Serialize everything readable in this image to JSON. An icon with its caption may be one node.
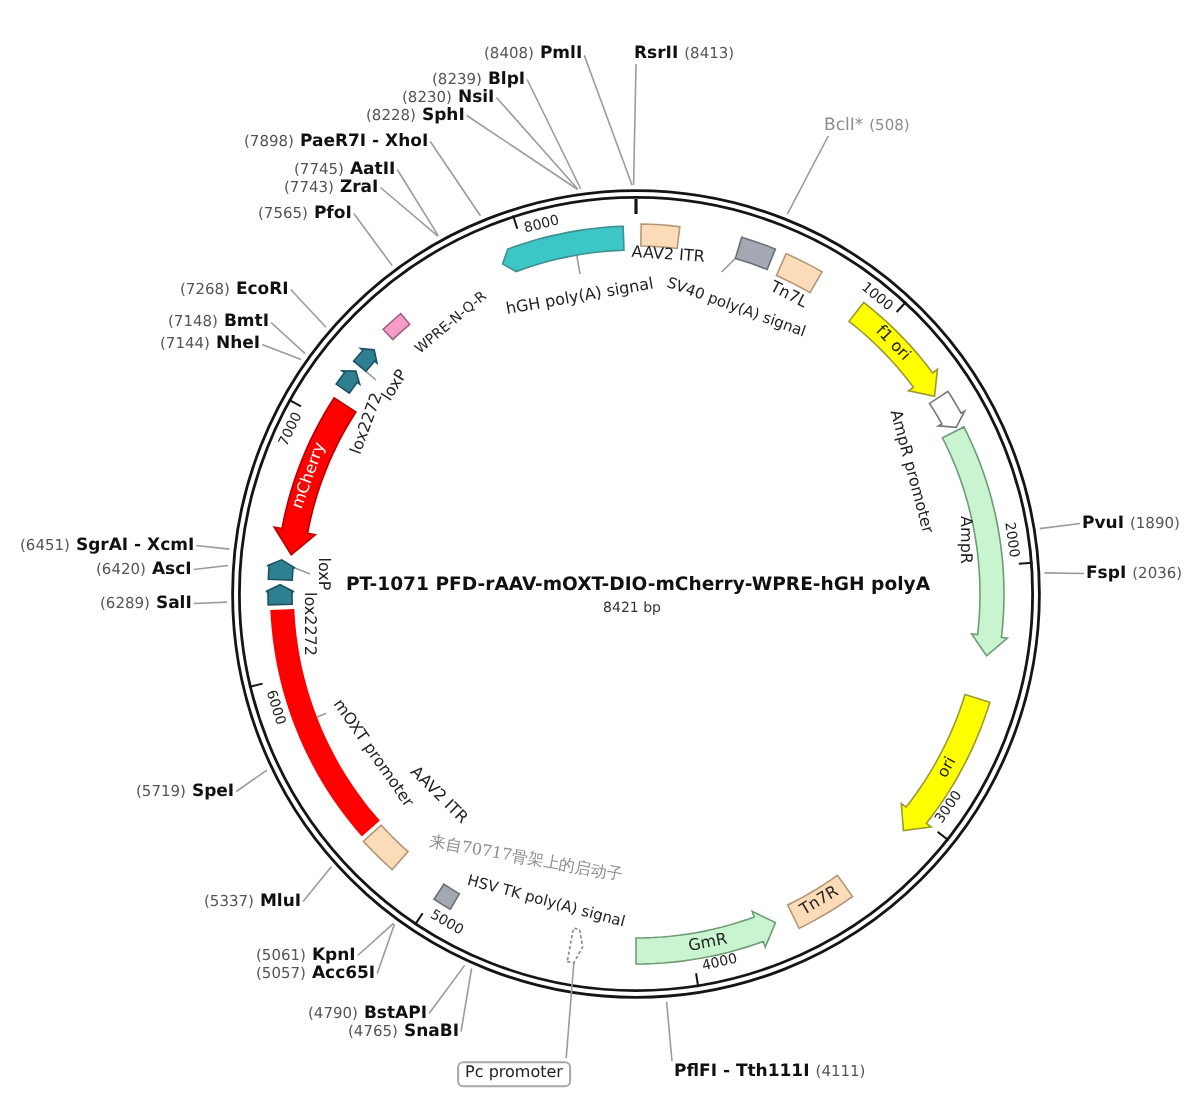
{
  "diagram": {
    "title": "PT-1071 PFD-rAAV-mOXT-DIO-mCherry-WPRE-hGH polyA",
    "nodes": [
      {
        "text": [
          "(8408)",
          "PmlI"
        ]
      },
      {
        "text": [
          "RsrII",
          "(8413)"
        ]
      },
      {
        "text": [
          "(8239)",
          "BlpI"
        ]
      },
      {
        "text": [
          "(8230)",
          "NsiI"
        ]
      },
      {
        "text": [
          "(8228)",
          "SphI"
        ]
      },
      {
        "text": [
          "BclI*",
          "(508)"
        ]
      },
      {
        "text": [
          "(7898)",
          "PaeR7I - XhoI"
        ]
      },
      {
        "text": [
          "(7745)",
          "AatII"
        ]
      },
      {
        "text": [
          "(7743)",
          "ZraI"
        ]
      },
      {
        "text": [
          "(7565)",
          "PfoI"
        ]
      },
      {
        "text": [],
        "shape": "arrow"
      },
      {
        "text": [
          "AAV2 ITR"
        ]
      },
      {
        "text": [],
        "shape": "box"
      },
      {
        "text": [
          "Tn7L"
        ]
      },
      {
        "text": [
          "hGH poly(A) signal"
        ]
      },
      {
        "text": [
          "SV40 poly(A) signal"
        ]
      },
      {
        "text": [
          "(7268)",
          "EcoRI"
        ]
      },
      {
        "text": [
          "WPRE-N-Q-R"
        ]
      },
      {
        "text": [
          "f1 ori"
        ]
      },
      {
        "text": [
          "(7148)",
          "BmtI"
        ]
      },
      {
        "text": [
          "(7144)",
          "NheI"
        ]
      },
      {
        "text": [],
        "shape": "arrow"
      },
      {
        "text": [
          "loxP"
        ]
      },
      {
        "text": [
          "lox2272"
        ]
      },
      {
        "text": [
          "AmpR promoter"
        ]
      },
      {
        "text": [
          "mCherry"
        ]
      },
      {
        "text": [
          "AmpR"
        ]
      },
      {
        "text": [
          "PvuI",
          "(1890)"
        ]
      },
      {
        "text": [
          "(6451)",
          "SgrAI - XcmI"
        ]
      },
      {
        "text": [
          "(6420)",
          "AscI"
        ]
      },
      {
        "text": [],
        "shape": "arrow"
      },
      {
        "text": [
          "loxP"
        ]
      },
      {
        "text": [
          "FspI",
          "(2036)"
        ]
      },
      {
        "text": [
          "lox2272"
        ]
      },
      {
        "text": [
          "(6289)",
          "SalI"
        ]
      },
      {
        "text": [],
        "shape": "bar"
      },
      {
        "text": [
          "mOXT promoter"
        ]
      },
      {
        "text": [
          "ori"
        ]
      },
      {
        "text": [
          "(5719)",
          "SpeI"
        ]
      },
      {
        "text": [
          "AAV2 ITR"
        ]
      },
      {
        "text": [
          "HSV TK poly(A) signal"
        ]
      },
      {
        "text": [
          "Tn7R"
        ]
      },
      {
        "text": [
          "(5337)",
          "MluI"
        ]
      },
      {
        "text": [
          "GmR"
        ]
      },
      {
        "text": [],
        "shape": "arrow"
      },
      {
        "text": [
          "(5061)",
          "KpnI"
        ]
      },
      {
        "text": [
          "(5057)",
          "Acc65I"
        ]
      },
      {
        "text": [
          "(4790)",
          "BstAPI"
        ]
      },
      {
        "text": [
          "(4765)",
          "SnaBI"
        ]
      },
      {
        "text": [
          "Pc promoter"
        ]
      },
      {
        "text": [
          "PflFI - Tth111I",
          "(4111)"
        ]
      }
    ],
    "edges": [
      {
        "from": 0,
        "to": null,
        "arrow": "none"
      },
      {
        "from": 1,
        "to": null,
        "arrow": "none"
      },
      {
        "from": 2,
        "to": null,
        "arrow": "none"
      },
      {
        "from": 3,
        "to": null,
        "arrow": "none"
      },
      {
        "from": 4,
        "to": null,
        "arrow": "none"
      },
      {
        "from": 5,
        "to": null,
        "arrow": "none"
      },
      {
        "from": 6,
        "to": null,
        "arrow": "none"
      },
      {
        "from": 7,
        "to": null,
        "arrow": "none"
      },
      {
        "from": 8,
        "to": null,
        "arrow": "none"
      },
      {
        "from": 9,
        "to": null,
        "arrow": "none"
      },
      {
        "from": 14,
        "to": 10,
        "arrow": "none"
      },
      {
        "from": 15,
        "to": 12,
        "arrow": "none"
      },
      {
        "from": 16,
        "to": null,
        "arrow": "none"
      },
      {
        "from": 19,
        "to": null,
        "arrow": "none"
      },
      {
        "from": 20,
        "to": null,
        "arrow": "none"
      },
      {
        "from": 22,
        "to": 21,
        "arrow": "none"
      },
      {
        "from": 27,
        "to": null,
        "arrow": "none"
      },
      {
        "from": 28,
        "to": null,
        "arrow": "none"
      },
      {
        "from": 29,
        "to": null,
        "arrow": "none"
      },
      {
        "from": 31,
        "to": 30,
        "arrow": "none"
      },
      {
        "from": 32,
        "to": null,
        "arrow": "none"
      },
      {
        "from": 34,
        "to": null,
        "arrow": "none"
      },
      {
        "from": 36,
        "to": 35,
        "arrow": "none"
      },
      {
        "from": 38,
        "to": null,
        "arrow": "none"
      },
      {
        "from": 42,
        "to": null,
        "arrow": "none"
      },
      {
        "from": 45,
        "to": null,
        "arrow": "none"
      },
      {
        "from": 46,
        "to": null,
        "arrow": "none"
      },
      {
        "from": 47,
        "to": null,
        "arrow": "none"
      },
      {
        "from": 48,
        "to": null,
        "arrow": "none"
      },
      {
        "from": 49,
        "to": 44,
        "arrow": "none"
      },
      {
        "from": 50,
        "to": null,
        "arrow": "none"
      }
    ],
    "labels": [
      "8000",
      "1000",
      "7000",
      "2000",
      "8421 bp",
      "6000",
      "3000",
      "来自70717骨架上的启动子",
      "5000",
      "4000"
    ]
  }
}
